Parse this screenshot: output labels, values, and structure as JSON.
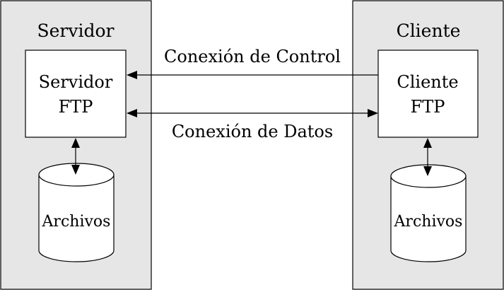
{
  "server": {
    "panel_title": "Servidor",
    "box_line1": "Servidor",
    "box_line2": "FTP",
    "storage_label": "Archivos"
  },
  "client": {
    "panel_title": "Cliente",
    "box_line1": "Cliente",
    "box_line2": "FTP",
    "storage_label": "Archivos"
  },
  "connections": {
    "control_label": "Conexión de Control",
    "data_label": "Conexión de Datos"
  },
  "colors": {
    "panel_fill": "#e6e6e6",
    "box_fill": "#ffffff",
    "stroke": "#000000"
  }
}
